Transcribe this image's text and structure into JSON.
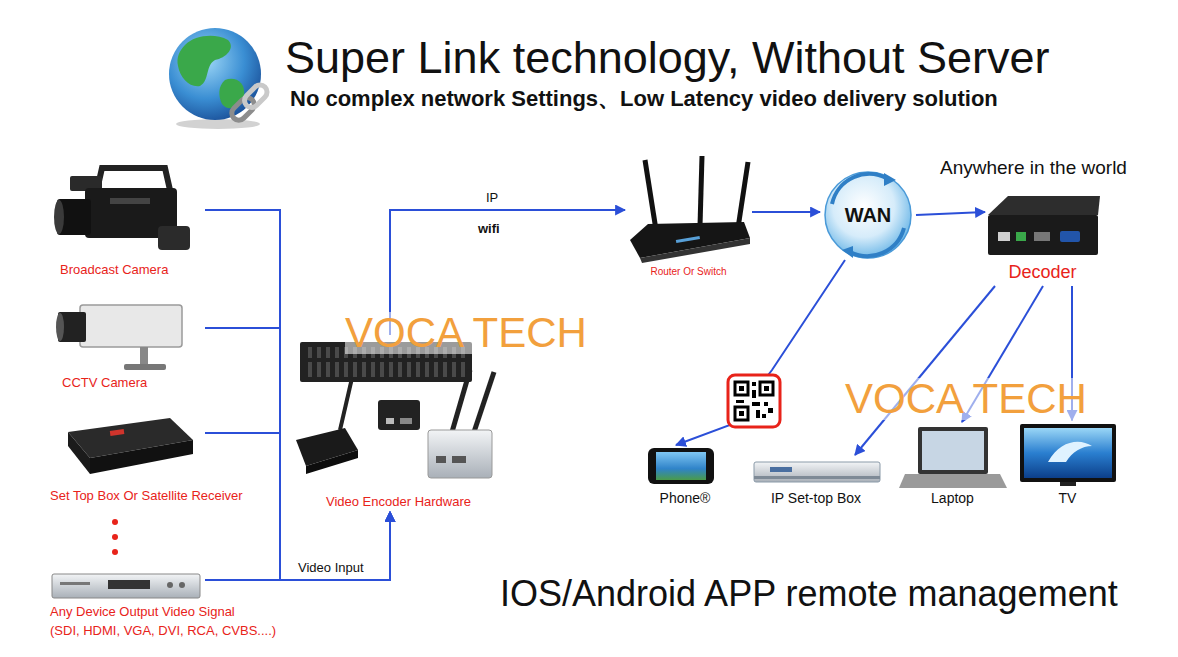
{
  "diagram": {
    "title": "Super Link technology, Without Server",
    "nodes": [
      {
        "text": [
          "Broadcast Camera"
        ]
      },
      {
        "text": [
          "CCTV Camera"
        ]
      },
      {
        "text": [
          "Set Top Box Or Satellite Receiver"
        ]
      },
      {
        "text": [
          "Any Device Output Video Signal (SDI, HDMI, VGA, DVI, RCA, CVBS....)"
        ]
      },
      {
        "text": [
          "Video Encoder Hardware"
        ]
      },
      {
        "text": [
          "Router Or Switch"
        ]
      },
      {
        "text": [
          "WAN"
        ]
      },
      {
        "text": [
          "Decoder"
        ]
      },
      {
        "text": [
          "Phone®"
        ]
      },
      {
        "text": [
          "IP Set-top Box"
        ]
      },
      {
        "text": [
          "Laptop"
        ]
      },
      {
        "text": [
          "TV"
        ]
      }
    ],
    "edges": [
      {
        "from": 0,
        "to": 4,
        "arrow": "to"
      },
      {
        "from": 1,
        "to": 4,
        "arrow": "to"
      },
      {
        "from": 2,
        "to": 4,
        "arrow": "to"
      },
      {
        "from": 3,
        "to": 4,
        "arrow": "to",
        "label": "Video Input"
      },
      {
        "from": 4,
        "to": 5,
        "arrow": "to",
        "label": "IP"
      },
      {
        "from": 5,
        "to": 6,
        "arrow": "to"
      },
      {
        "from": 6,
        "to": 7,
        "arrow": "to"
      },
      {
        "from": 6,
        "to": 8,
        "arrow": "to"
      },
      {
        "from": 7,
        "to": 9,
        "arrow": "to"
      },
      {
        "from": 7,
        "to": 10,
        "arrow": "to"
      },
      {
        "from": 7,
        "to": 11,
        "arrow": "to"
      }
    ],
    "labels": [
      "No complex network Settings、Low Latency video delivery solution",
      "wifi",
      "Anywhere in the world",
      "VOCA TECH",
      "VOCA TECH",
      "IOS/Android APP remote management"
    ]
  }
}
